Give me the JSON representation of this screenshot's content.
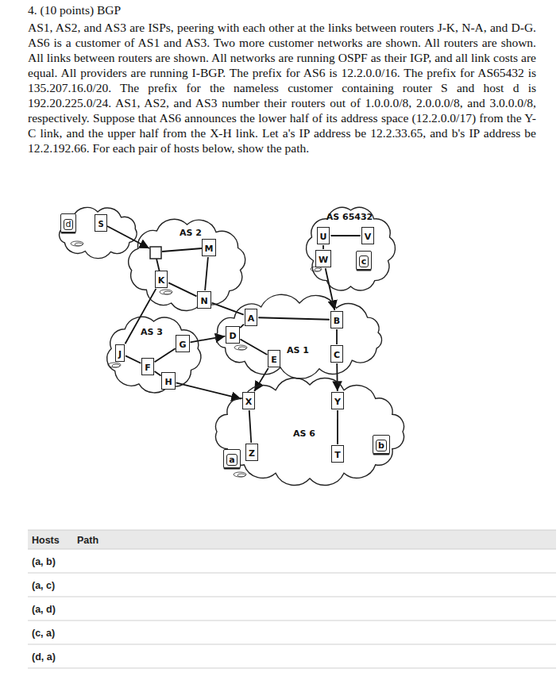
{
  "diagram": {
    "title": "4. (10 points) BGP",
    "nodes": [
      {
        "text": [
          "d"
        ]
      },
      {
        "text": [
          "S"
        ]
      },
      {
        "text": [
          "AS 2"
        ]
      },
      {
        "text": [
          "M"
        ],
        "in": 2
      },
      {
        "text": [
          "K"
        ],
        "in": 2
      },
      {
        "text": [
          "N"
        ],
        "in": 2
      },
      {
        "text": [
          "AS 65432"
        ]
      },
      {
        "text": [
          "U"
        ],
        "in": 6
      },
      {
        "text": [
          "V"
        ],
        "in": 6
      },
      {
        "text": [
          "W"
        ],
        "in": 6
      },
      {
        "text": [
          "c"
        ],
        "in": 6
      },
      {
        "text": [
          "AS 1"
        ]
      },
      {
        "text": [
          "A"
        ],
        "in": 11
      },
      {
        "text": [
          "D"
        ],
        "in": 11
      },
      {
        "text": [
          "E"
        ],
        "in": 11
      },
      {
        "text": [
          "B"
        ],
        "in": 11
      },
      {
        "text": [
          "C"
        ],
        "in": 11
      },
      {
        "text": [
          "AS 3"
        ]
      },
      {
        "text": [
          "J"
        ],
        "in": 17
      },
      {
        "text": [
          "F"
        ],
        "in": 17
      },
      {
        "text": [
          "G"
        ],
        "in": 17
      },
      {
        "text": [
          "H"
        ],
        "in": 17
      },
      {
        "text": [
          "AS 6"
        ]
      },
      {
        "text": [
          "X"
        ],
        "in": 22
      },
      {
        "text": [
          "Z"
        ],
        "in": 22
      },
      {
        "text": [
          "Y"
        ],
        "in": 22
      },
      {
        "text": [
          "T"
        ],
        "in": 22
      },
      {
        "text": [
          "a"
        ],
        "in": 22
      },
      {
        "text": [
          "b"
        ],
        "in": 22
      }
    ],
    "edges": [
      {
        "from": 4,
        "to": 5,
        "arrow": "none"
      },
      {
        "from": 3,
        "to": 5,
        "arrow": "none"
      },
      {
        "from": 4,
        "to": 18,
        "arrow": "none"
      },
      {
        "from": 5,
        "to": 12,
        "arrow": "none"
      },
      {
        "from": 7,
        "to": 8,
        "arrow": "none"
      },
      {
        "from": 7,
        "to": 9,
        "arrow": "none"
      },
      {
        "from": 9,
        "to": 15,
        "arrow": "to"
      },
      {
        "from": 13,
        "to": 12,
        "arrow": "none"
      },
      {
        "from": 12,
        "to": 15,
        "arrow": "none"
      },
      {
        "from": 15,
        "to": 16,
        "arrow": "none"
      },
      {
        "from": 13,
        "to": 14,
        "arrow": "none"
      },
      {
        "from": 18,
        "to": 19,
        "arrow": "none"
      },
      {
        "from": 19,
        "to": 20,
        "arrow": "none"
      },
      {
        "from": 19,
        "to": 21,
        "arrow": "none"
      },
      {
        "from": 20,
        "to": 13,
        "arrow": "to"
      },
      {
        "from": 21,
        "to": 23,
        "arrow": "to"
      },
      {
        "from": 14,
        "to": 23,
        "arrow": "to"
      },
      {
        "from": 16,
        "to": 25,
        "arrow": "to"
      },
      {
        "from": 23,
        "to": 24,
        "arrow": "none"
      },
      {
        "from": 25,
        "to": 26,
        "arrow": "none"
      }
    ],
    "labels": [
      "AS1, AS2, and AS3 are ISPs, peering with each other at the links between routers J-K, N-A, and D-G. AS6 is a customer of AS1 and AS3. Two more customer networks are shown. All routers are shown. All links between routers are shown. All networks are running OSPF as their IGP, and all link costs are equal. All providers are running I-BGP. The prefix for AS6 is 12.2.0.0/16. The prefix for AS65432 is 135.207.16.0/20. The prefix for the nameless customer containing router S and host d is 192.20.225.0/24. AS1, AS2, and AS3 number their routers out of 1.0.0.0/8, 2.0.0.0/8, and 3.0.0.0/8, respectively. Suppose that AS6 announces the lower half of its address space (12.2.0.0/17) from the Y-C link, and the upper half from the X-H link. Let a's IP address be 12.2.33.65, and b's IP address be 12.2.192.66. For each pair of hosts below, show the path.",
      "Hosts",
      "Path",
      "(a, b)",
      "(a, c)",
      "(a, d)",
      "(c, a)",
      "(d, a)"
    ]
  }
}
